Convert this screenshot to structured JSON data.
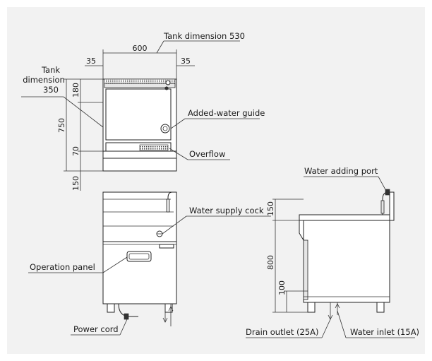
{
  "labels": {
    "tank_dimension_530": "Tank dimension 530",
    "tank_dimension_350_line1": "Tank",
    "tank_dimension_350_line2": "dimension",
    "tank_dimension_350_line3": "350",
    "added_water_guide": "Added-water guide",
    "overflow": "Overflow",
    "water_adding_port": "Water adding port",
    "water_supply_cock": "Water supply cock",
    "operation_panel": "Operation panel",
    "power_cord": "Power cord",
    "drain_outlet": "Drain outlet (25A)",
    "water_inlet": "Water inlet (15A)"
  },
  "dimensions": {
    "top_width": "600",
    "left_margin": "35",
    "right_margin": "35",
    "tank_depth_180": "180",
    "overall_750": "750",
    "bottom_70": "70",
    "base_150": "150",
    "side_top_150": "150",
    "side_height_800": "800",
    "side_bottom_100": "100"
  },
  "colors": {
    "background": "#f2f2f2",
    "line": "#222222"
  }
}
